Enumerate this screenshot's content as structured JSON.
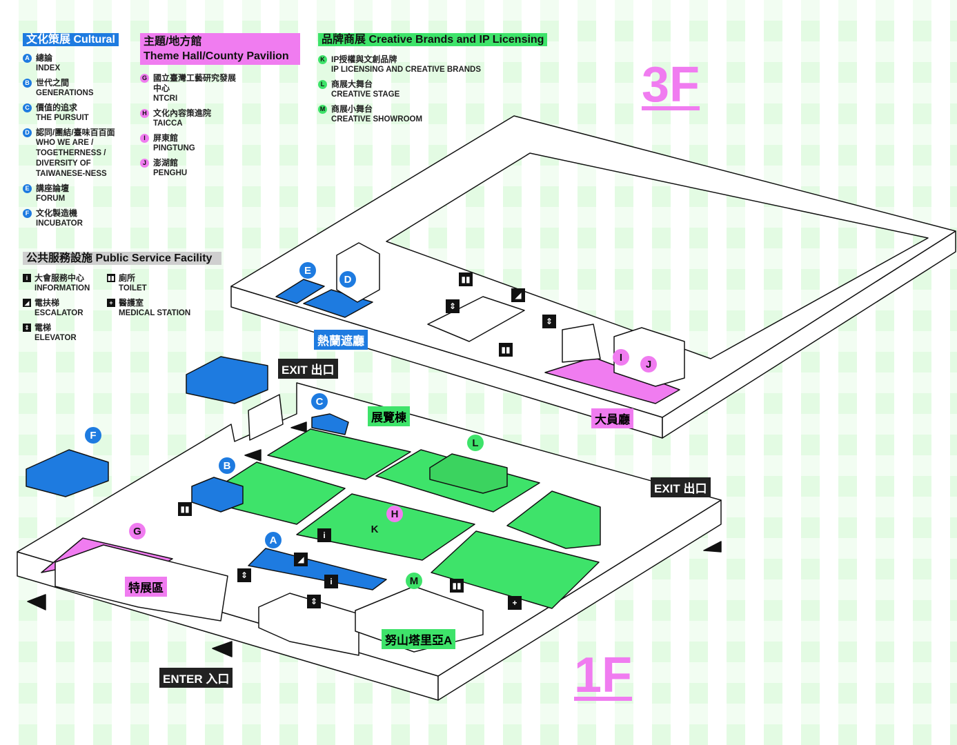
{
  "legend_cultural": {
    "title": "文化策展 Cultural",
    "color": "#1e7be0",
    "items": [
      {
        "letter": "A",
        "zh": "總論",
        "en": "INDEX"
      },
      {
        "letter": "B",
        "zh": "世代之間",
        "en": "GENERATIONS"
      },
      {
        "letter": "C",
        "zh": "價值的追求",
        "en": "THE PURSUIT"
      },
      {
        "letter": "D",
        "zh": "認同/團結/臺味百百面",
        "en": "WHO WE ARE / TOGETHERNESS / DIVERSITY OF TAIWANESE-NESS"
      },
      {
        "letter": "E",
        "zh": "講座論壇",
        "en": "FORUM"
      },
      {
        "letter": "F",
        "zh": "文化製造機",
        "en": "INCUBATOR"
      }
    ]
  },
  "legend_theme": {
    "title_zh": "主題/地方館",
    "title_en": "Theme Hall/County Pavilion",
    "color": "#f07cf0",
    "items": [
      {
        "letter": "G",
        "zh": "國立臺灣工藝研究發展中心",
        "en": "NTCRI"
      },
      {
        "letter": "H",
        "zh": "文化內容策進院",
        "en": "TAICCA"
      },
      {
        "letter": "I",
        "zh": "屏東館",
        "en": "PINGTUNG"
      },
      {
        "letter": "J",
        "zh": "澎湖館",
        "en": "PENGHU"
      }
    ]
  },
  "legend_brands": {
    "title": "品牌商展 Creative Brands and IP Licensing",
    "color": "#3ee36a",
    "items": [
      {
        "letter": "K",
        "zh": "IP授權與文創品牌",
        "en": "IP LICENSING AND CREATIVE BRANDS"
      },
      {
        "letter": "L",
        "zh": "商展大舞台",
        "en": "CREATIVE STAGE"
      },
      {
        "letter": "M",
        "zh": "商展小舞台",
        "en": "CREATIVE SHOWROOM"
      }
    ]
  },
  "legend_facility": {
    "title": "公共服務設施 Public Service Facility",
    "items": [
      {
        "icon": "info-icon",
        "glyph": "i",
        "zh": "大會服務中心",
        "en": "INFORMATION"
      },
      {
        "icon": "toilet-icon",
        "glyph": "▮▮",
        "zh": "廁所",
        "en": "TOILET"
      },
      {
        "icon": "escalator-icon",
        "glyph": "◢",
        "zh": "電扶梯",
        "en": "ESCALATOR"
      },
      {
        "icon": "medical-icon",
        "glyph": "+",
        "zh": "醫護室",
        "en": "MEDICAL STATION"
      },
      {
        "icon": "elevator-icon",
        "glyph": "⇕",
        "zh": "電梯",
        "en": "ELEVATOR"
      }
    ]
  },
  "floors": {
    "upper": "3F",
    "lower": "1F"
  },
  "map_labels": {
    "zeelandia": "熱蘭遮廳",
    "dayuan": "大員廳",
    "exhibition": "展覽棟",
    "special": "特展區",
    "nusantara": "努山塔里亞A",
    "exit1": "EXIT 出口",
    "exit2": "EXIT 出口",
    "enter": "ENTER 入口"
  }
}
